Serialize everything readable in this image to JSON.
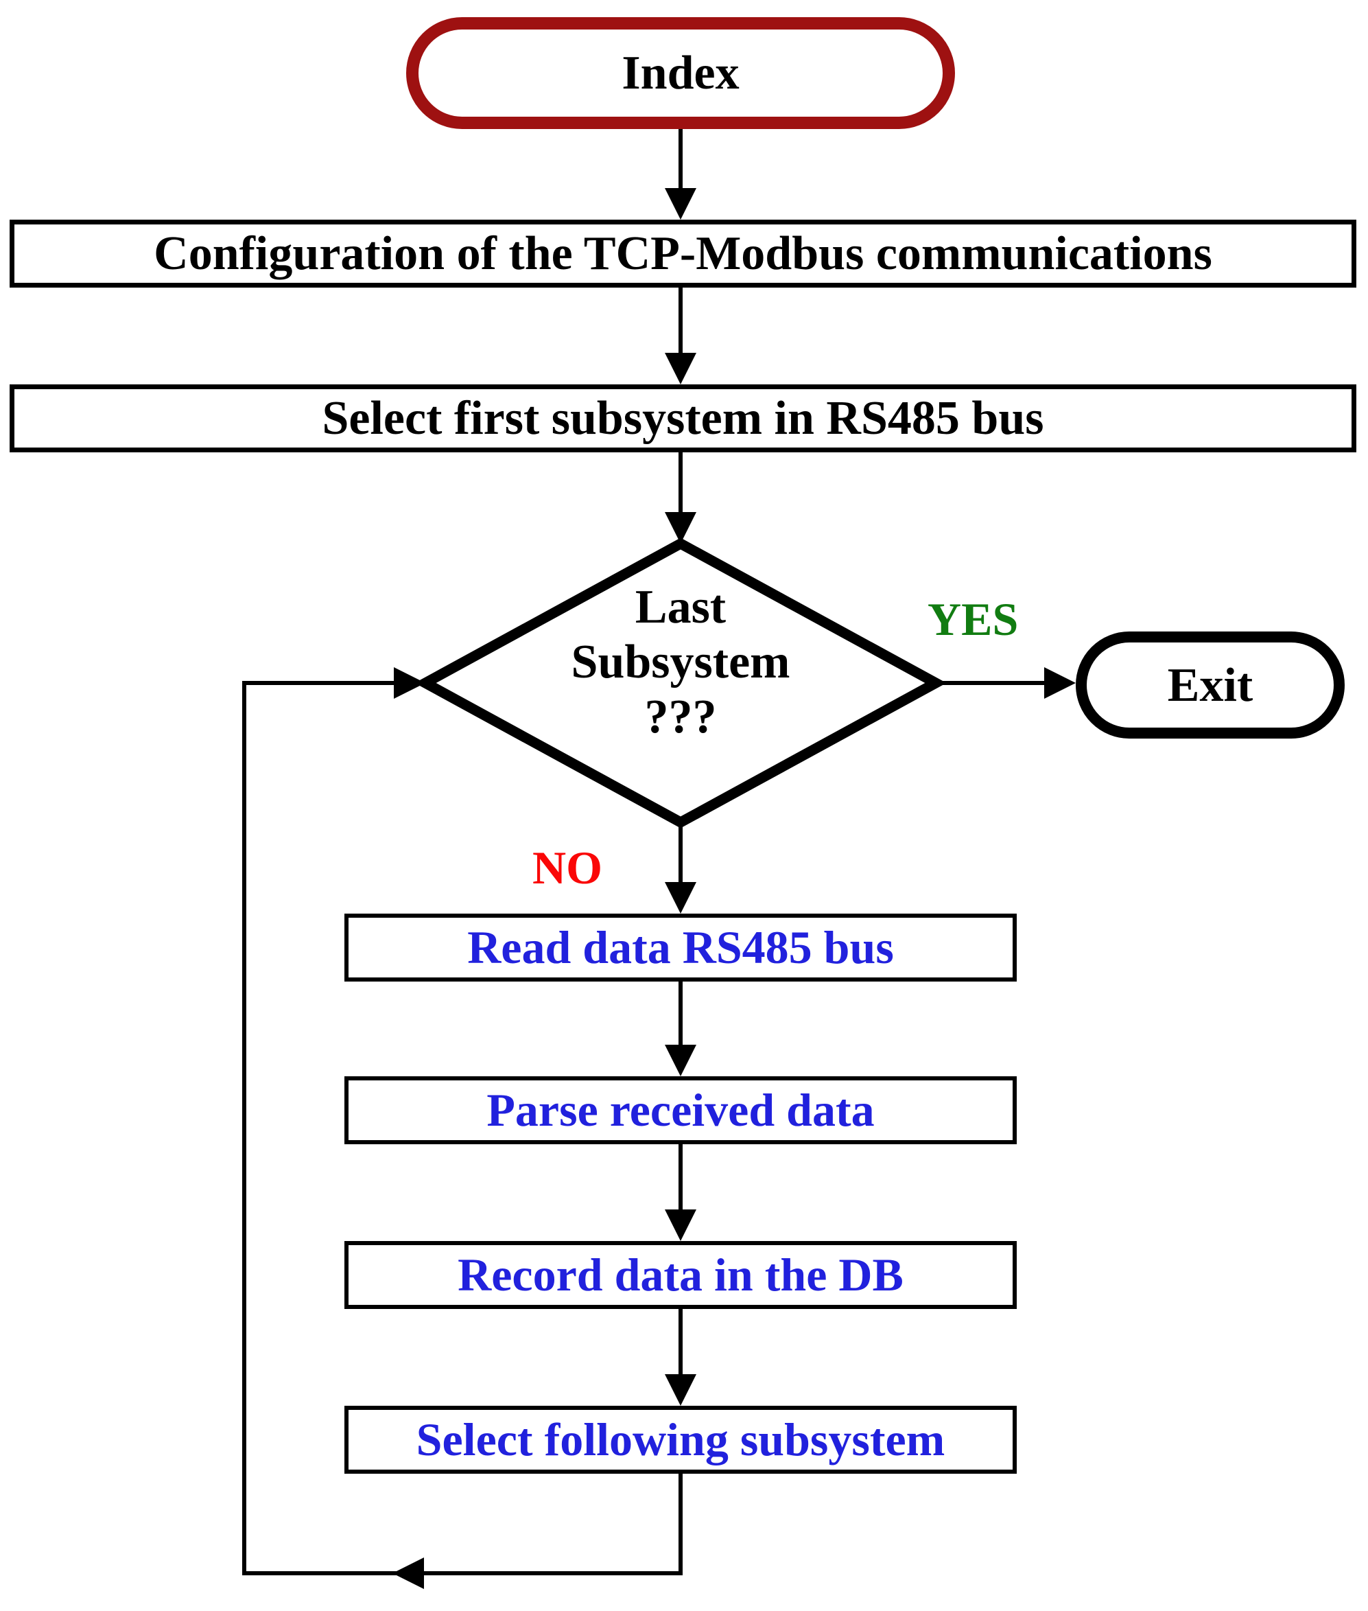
{
  "diagram": {
    "nodes": {
      "index": "Index",
      "config": "Configuration of the TCP-Modbus communications",
      "select_first": "Select first subsystem in RS485 bus",
      "decision": [
        "Last",
        "Subsystem",
        "???"
      ],
      "exit": "Exit",
      "read_data": "Read data RS485 bus",
      "parse_data": "Parse received data",
      "record_data": "Record data in the DB",
      "select_following": "Select following subsystem"
    },
    "edge_labels": {
      "yes": "YES",
      "no": "NO"
    },
    "colors": {
      "index_border": "#9e1111",
      "terminal_border": "#000000",
      "process_border": "#000000",
      "loop_text": "#2121dd",
      "yes_label": "#117c11",
      "no_label": "#fa0707",
      "line": "#000000"
    }
  }
}
